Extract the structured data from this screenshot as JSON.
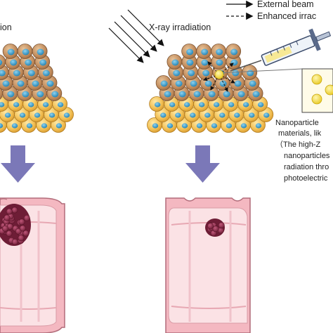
{
  "left_panel": {
    "label_fragment": "ion"
  },
  "right_panel": {
    "label": "X-ray irradiation"
  },
  "legend": {
    "items": [
      {
        "style": "solid",
        "label": "External beam"
      },
      {
        "style": "dashed",
        "label": "Enhanced irrac"
      }
    ]
  },
  "annotation": {
    "lines": [
      "Nanoparticle",
      "materials, lik",
      "（The high-Z",
      "nanoparticles",
      "radiation thro",
      "photoelectric"
    ]
  },
  "colors": {
    "cell_yellow": "#f3c35a",
    "cell_nucleus": "#2f8fc0",
    "tumor_cell": "#c08a5a",
    "arrow_purple": "#7b78b8",
    "colon_wall": "#f6c9cf",
    "tumor_mass": "#8e2a47",
    "nanoparticle": "#f5e05a"
  },
  "icons": [
    "xray-beam-icon",
    "syringe-icon",
    "down-arrow-icon",
    "nanoparticle-vial-icon"
  ]
}
